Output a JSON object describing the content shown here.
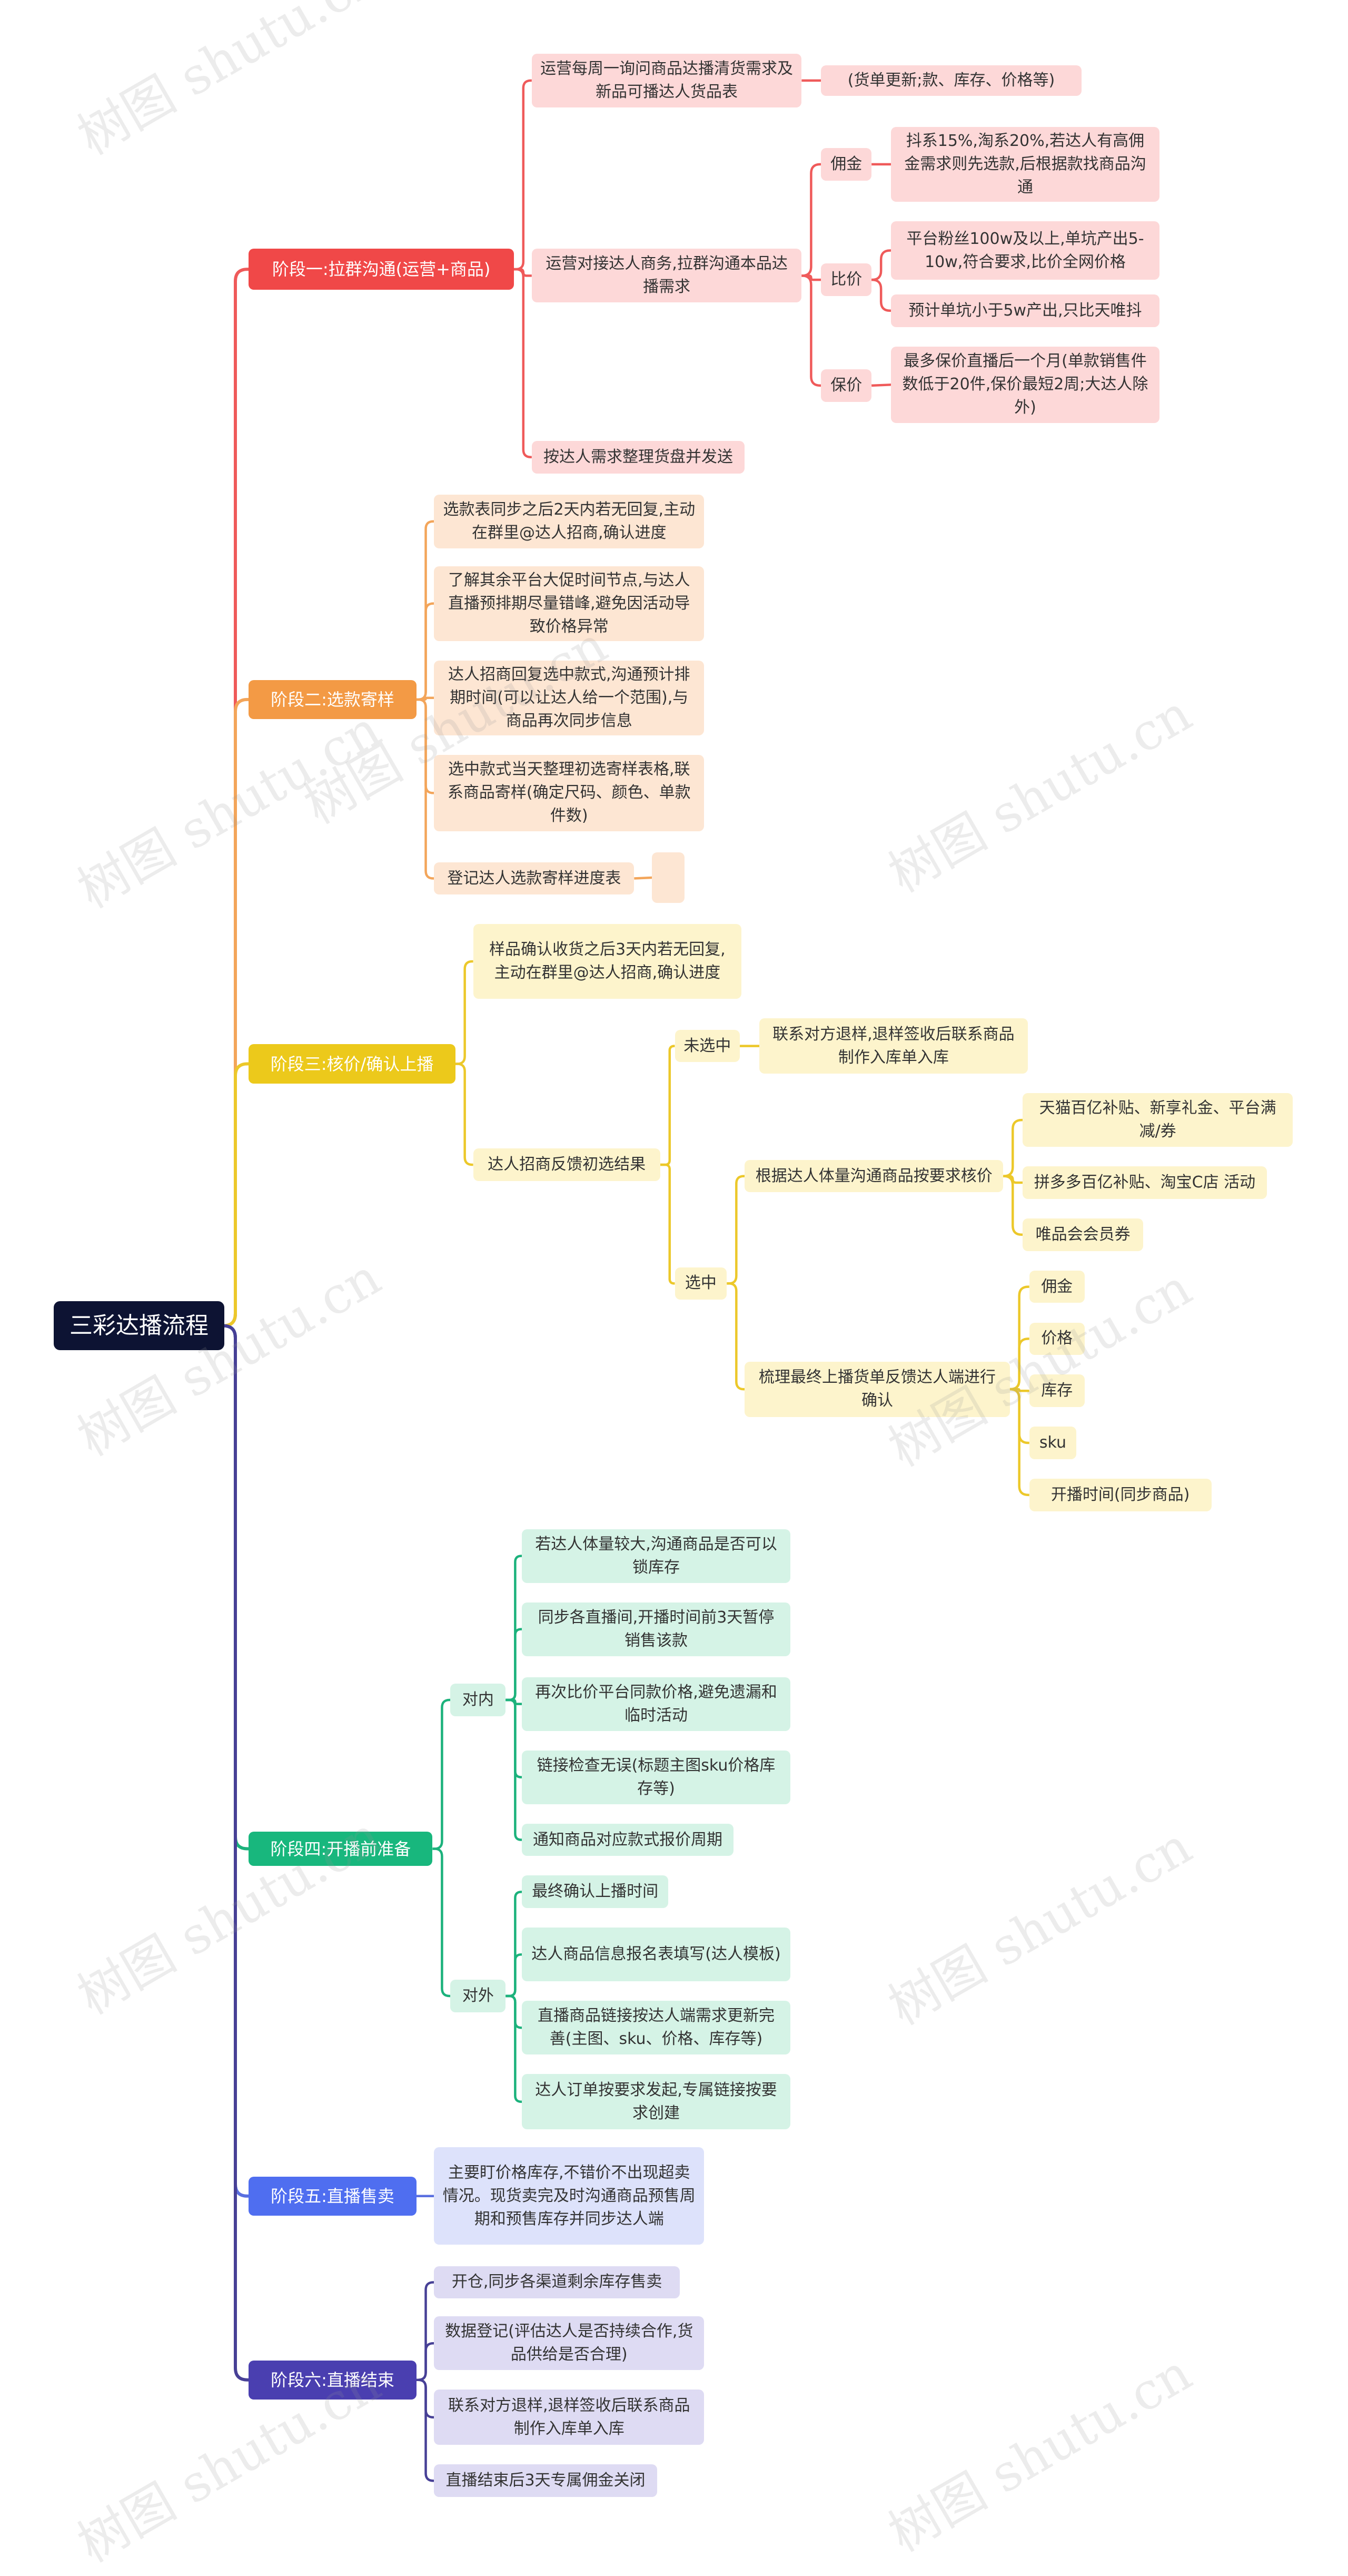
{
  "root": "三彩达播流程",
  "watermark": "树图 shutu.cn",
  "colors": {
    "s1": "#f04848",
    "s2": "#f39a45",
    "s3": "#ecc91b",
    "s4": "#18b77d",
    "s5": "#4f6ef0",
    "s6": "#4a3fb0",
    "l1": "#fdd8d8",
    "l2": "#fde6d3",
    "l3": "#fdf4cc",
    "l4": "#d5f3e6",
    "l5": "#dde2fb",
    "l6": "#dedbf3",
    "w1": "#ef5a5a",
    "w2": "#f3a55a",
    "w3": "#ecc82a",
    "w4": "#1cb27c",
    "w5": "#5a6fe0",
    "w6": "#474096",
    "w0": "#2e3a8c"
  },
  "stages": {
    "s1": {
      "label": "阶段一:拉群沟通(运营+商品)",
      "a": "运营每周一询问商品达播清货需求及新品可播达人货品表",
      "a1": "(货单更新;款、库存、价格等)",
      "b": "运营对接达人商务,拉群沟通本品达播需求",
      "b_yj": "佣金",
      "b_yj1": "抖系15%,淘系20%,若达人有高佣金需求则先选款,后根据款找商品沟通",
      "b_bj": "比价",
      "b_bj1": "平台粉丝100w及以上,单坑产出5-10w,符合要求,比价全网价格",
      "b_bj2": "预计单坑小于5w产出,只比天唯抖",
      "b_bjia": "保价",
      "b_bjia1": "最多保价直播后一个月(单款销售件数低于20件,保价最短2周;大达人除外)",
      "c": "按达人需求整理货盘并发送"
    },
    "s2": {
      "label": "阶段二:选款寄样",
      "a": "选款表同步之后2天内若无回复,主动在群里@达人招商,确认进度",
      "b": "了解其余平台大促时间节点,与达人直播预排期尽量错峰,避免因活动导致价格异常",
      "c": "达人招商回复选中款式,沟通预计排期时间(可以让达人给一个范围),与商品再次同步信息",
      "d": "选中款式当天整理初选寄样表格,联系商品寄样(确定尺码、颜色、单款件数)",
      "e": "登记达人选款寄样进度表",
      "e1": ""
    },
    "s3": {
      "label": "阶段三:核价/确认上播",
      "a": "样品确认收货之后3天内若无回复,主动在群里@达人招商,确认进度",
      "b": "达人招商反馈初选结果",
      "w": "未选中",
      "w1": "联系对方退样,退样签收后联系商品制作入库单入库",
      "x": "选中",
      "x1": "根据达人体量沟通商品按要求核价",
      "x1a": "天猫百亿补贴、新享礼金、平台满减/券",
      "x1b": "拼多多百亿补贴、淘宝C店 活动",
      "x1c": "唯品会会员券",
      "x2": "梳理最终上播货单反馈达人端进行确认",
      "x2a": "佣金",
      "x2b": "价格",
      "x2c": "库存",
      "x2d": "sku",
      "x2e": "开播时间(同步商品)"
    },
    "s4": {
      "label": "阶段四:开播前准备",
      "n": "对内",
      "n1": "若达人体量较大,沟通商品是否可以锁库存",
      "n2": "同步各直播间,开播时间前3天暂停销售该款",
      "n3": "再次比价平台同款价格,避免遗漏和临时活动",
      "n4": "链接检查无误(标题主图sku价格库存等)",
      "n5": "通知商品对应款式报价周期",
      "o": "对外",
      "o1": "最终确认上播时间",
      "o2": "达人商品信息报名表填写(达人模板)",
      "o3": "直播商品链接按达人端需求更新完善(主图、sku、价格、库存等)",
      "o4": "达人订单按要求发起,专属链接按要求创建"
    },
    "s5": {
      "label": "阶段五:直播售卖",
      "a": "主要盯价格库存,不错价不出现超卖情况。现货卖完及时沟通商品预售周期和预售库存并同步达人端"
    },
    "s6": {
      "label": "阶段六:直播结束",
      "a": "开仓,同步各渠道剩余库存售卖",
      "b": "数据登记(评估达人是否持续合作,货品供给是否合理)",
      "c": "联系对方退样,退样签收后联系商品制作入库单入库",
      "d": "直播结束后3天专属佣金关闭"
    }
  }
}
